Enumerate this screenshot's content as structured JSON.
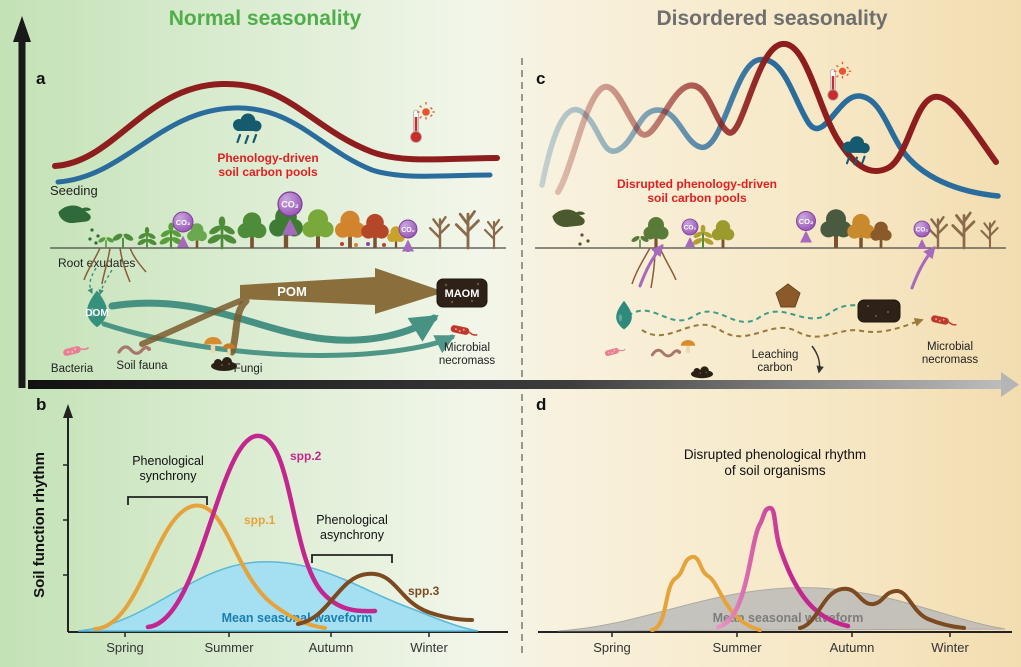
{
  "titles": {
    "normal": "Normal seasonality",
    "disordered": "Disordered seasonality"
  },
  "panel_labels": {
    "a": "a",
    "b": "b",
    "c": "c",
    "d": "d"
  },
  "panel_a": {
    "pools_label_line1": "Phenology-driven",
    "pools_label_line2": "soil carbon pools",
    "seeding": "Seeding",
    "root_exudates": "Root exudates",
    "pom": "POM",
    "maom": "MAOM",
    "dom": "DOM",
    "bacteria": "Bacteria",
    "soil_fauna": "Soil fauna",
    "fungi": "Fungi",
    "necromass_line1": "Microbial",
    "necromass_line2": "necromass",
    "co2": "CO₂"
  },
  "panel_c": {
    "pools_label_line1": "Disrupted phenology-driven",
    "pools_label_line2": "soil carbon pools",
    "leaching_line1": "Leaching",
    "leaching_line2": "carbon",
    "necromass_line1": "Microbial",
    "necromass_line2": "necromass",
    "co2": "CO₂"
  },
  "panel_b": {
    "ylabel": "Soil function rhythm",
    "synchrony_line1": "Phenological",
    "synchrony_line2": "synchrony",
    "asynchrony_line1": "Phenological",
    "asynchrony_line2": "asynchrony",
    "spp1": "spp.1",
    "spp2": "spp.2",
    "spp3": "spp.3",
    "mean_waveform": "Mean seasonal waveform",
    "seasons": [
      "Spring",
      "Summer",
      "Autumn",
      "Winter"
    ]
  },
  "panel_d": {
    "title_line1": "Disrupted phenological rhythm",
    "title_line2": "of soil organisms",
    "mean_waveform": "Mean seasonal waveform",
    "seasons": [
      "Spring",
      "Summer",
      "Autumn",
      "Winter"
    ]
  },
  "colors": {
    "normal_title": "#4fae4a",
    "disordered_title": "#6f6f6f",
    "temperature_curve": "#8e1e1e",
    "moisture_curve": "#2a6c9c",
    "pools_label": "#e02020",
    "spp1": "#e5a33c",
    "spp2": "#c4268f",
    "spp3": "#7b4a20",
    "mean_waveform_normal": "#a5dff2",
    "mean_waveform_disordered": "#b9b9b9"
  }
}
